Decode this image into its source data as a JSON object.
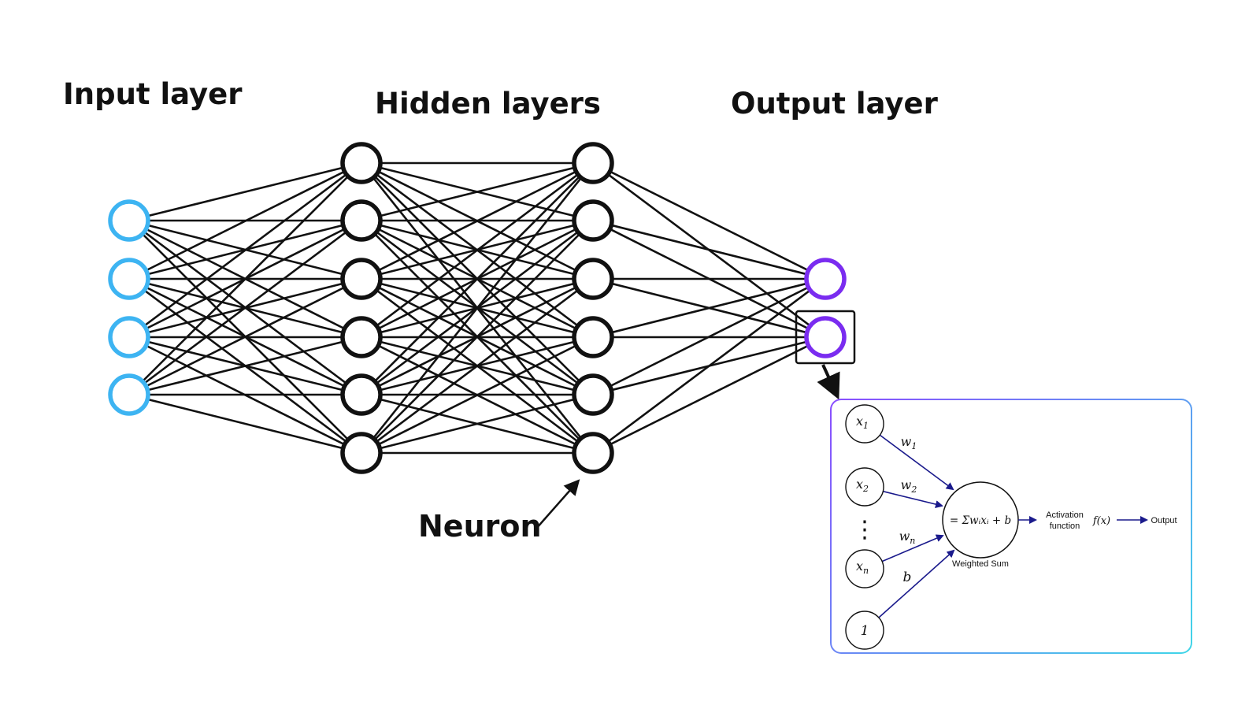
{
  "headings": {
    "input_layer": "Input layer",
    "hidden_layers": "Hidden layers",
    "output_layer": "Output layer",
    "neuron": "Neuron"
  },
  "network": {
    "layers": [
      {
        "name": "input",
        "neurons": 4,
        "color": "#3db4f2"
      },
      {
        "name": "hidden-1",
        "neurons": 6,
        "color": "#111111"
      },
      {
        "name": "hidden-2",
        "neurons": 6,
        "color": "#111111"
      },
      {
        "name": "output",
        "neurons": 2,
        "color": "#7a2cf0"
      }
    ],
    "highlighted_output_neuron": 2
  },
  "perceptron": {
    "inputs": [
      {
        "label": "x",
        "sub": "1"
      },
      {
        "label": "x",
        "sub": "2"
      },
      {
        "label": "x",
        "sub": "n"
      }
    ],
    "bias_node": "1",
    "weights": [
      {
        "label": "w",
        "sub": "1"
      },
      {
        "label": "w",
        "sub": "2"
      },
      {
        "label": "w",
        "sub": "n"
      }
    ],
    "bias_label": "b",
    "ellipsis": "⋮",
    "sum_formula": "= Σwᵢxᵢ + b",
    "weighted_sum_label": "Weighted Sum",
    "activation_line1": "Activation",
    "activation_line2": "function",
    "activation_expr": "f(x)",
    "output_label": "Output",
    "arrow_color": "#1a1a8c",
    "border_gradient": [
      "#8a4dff",
      "#40d6e8"
    ]
  }
}
